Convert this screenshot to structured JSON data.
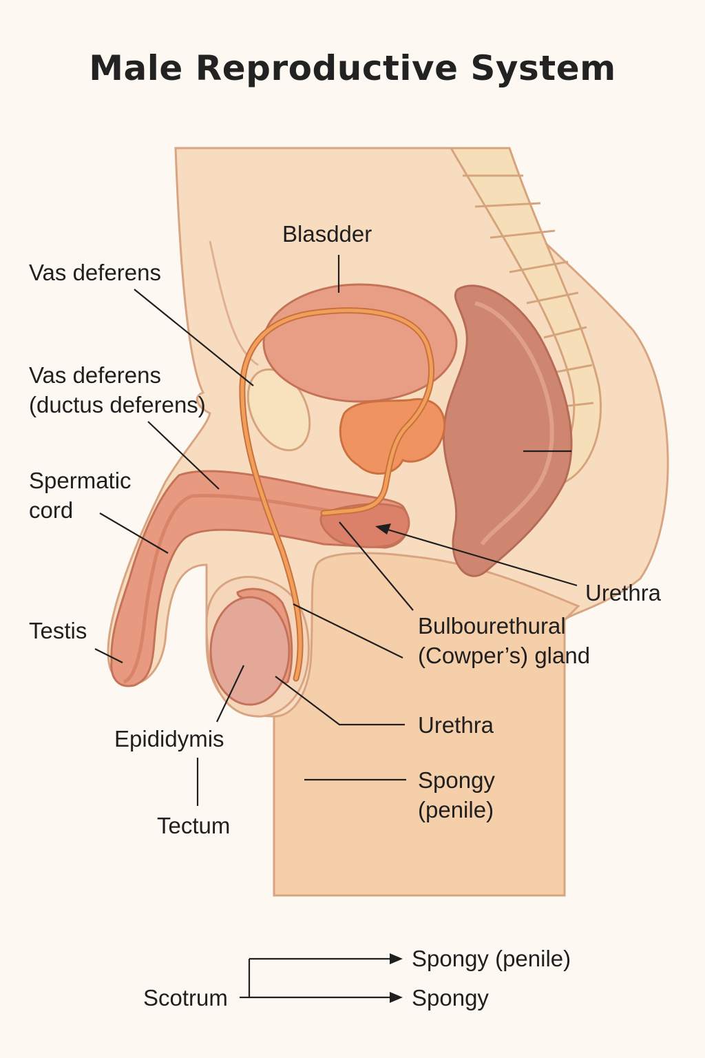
{
  "title": "Male Reproductive System",
  "colors": {
    "background": "#fdf9f2",
    "skin": "#f8dcc0",
    "skin_shade": "#f2c9a6",
    "outline": "#c98b6a",
    "bladder": "#e89e84",
    "prostate": "#ef9460",
    "rectum": "#cf8670",
    "vas_deferens_tube": "#f0a05a",
    "spine": "#f6dfb8"
  },
  "labels": {
    "bladder": "Blasdder",
    "vas_deferens": "Vas deferens",
    "vas_deferens_ductus_1": "Vas deferens",
    "vas_deferens_ductus_2": "(ductus deferens)",
    "spermatic_cord_1": "Spermatic",
    "spermatic_cord_2": "cord",
    "testis": "Testis",
    "epididymis": "Epididymis",
    "tectum": "Tectum",
    "urethra_upper": "Urethra",
    "bulbourethral_1": "Bulbourethural",
    "bulbourethral_2": "(Cowper’s) gland",
    "urethra_lower": "Urethra",
    "spongy_1": "Spongy",
    "spongy_2": "(penile)"
  },
  "legend": {
    "source": "Scotrum",
    "targets": [
      "Spongy (penile)",
      "Spongy"
    ]
  }
}
